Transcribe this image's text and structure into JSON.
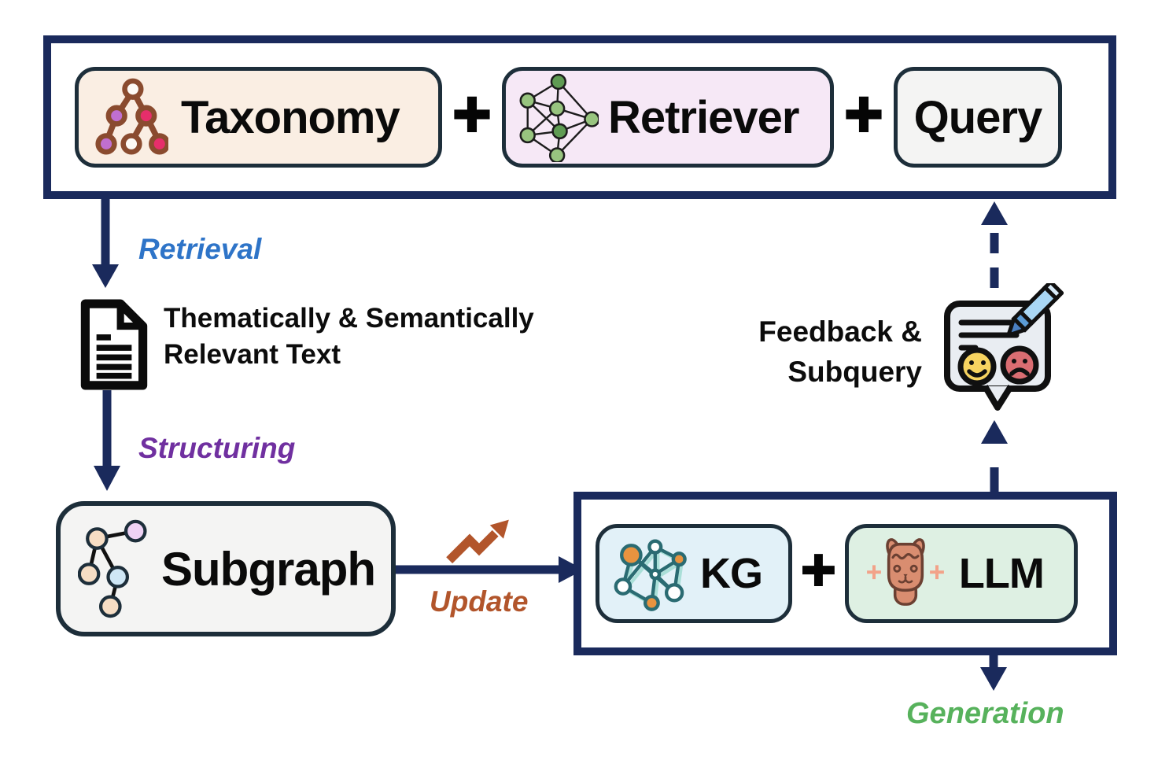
{
  "figure": {
    "type": "flow-diagram",
    "top_group": {
      "taxonomy": "Taxonomy",
      "plus1": "✚",
      "retriever": "Retriever",
      "plus2": "✚",
      "query": "Query"
    },
    "middle": {
      "retrieval_label": "Retrieval",
      "relevant_text_line1": "Thematically & Semantically",
      "relevant_text_line2": "Relevant Text",
      "structuring_label": "Structuring",
      "subgraph": "Subgraph",
      "update_label": "Update"
    },
    "kg_llm_group": {
      "kg": "KG",
      "plus": "✚",
      "llm": "LLM"
    },
    "feedback": {
      "line1": "Feedback &",
      "line2": "Subquery"
    },
    "generation_label": "Generation",
    "colors": {
      "arrow_navy": "#1a2a5c",
      "chip_border": "#1d2e3a",
      "taxonomy_bg": "#faeee3",
      "retriever_bg": "#f6e8f6",
      "query_bg": "#f4f4f3",
      "subgraph_bg": "#f4f4f3",
      "kg_bg": "#e2f1f8",
      "llm_bg": "#def0e3",
      "retrieval_blue": "#2e74c8",
      "structuring_purple": "#7030a0",
      "update_orange": "#b2552b",
      "generation_green": "#57b25c"
    },
    "icons": {
      "taxonomy_icon": "tree-hierarchy",
      "retriever_icon": "neural-network",
      "document_icon": "text-document",
      "subgraph_icon": "graph-nodes",
      "update_icon": "trend-up-arrow",
      "kg_icon": "knowledge-graph-network",
      "llm_icon": "llama-face",
      "feedback_icon": "feedback-bubble-faces-pencil"
    }
  }
}
